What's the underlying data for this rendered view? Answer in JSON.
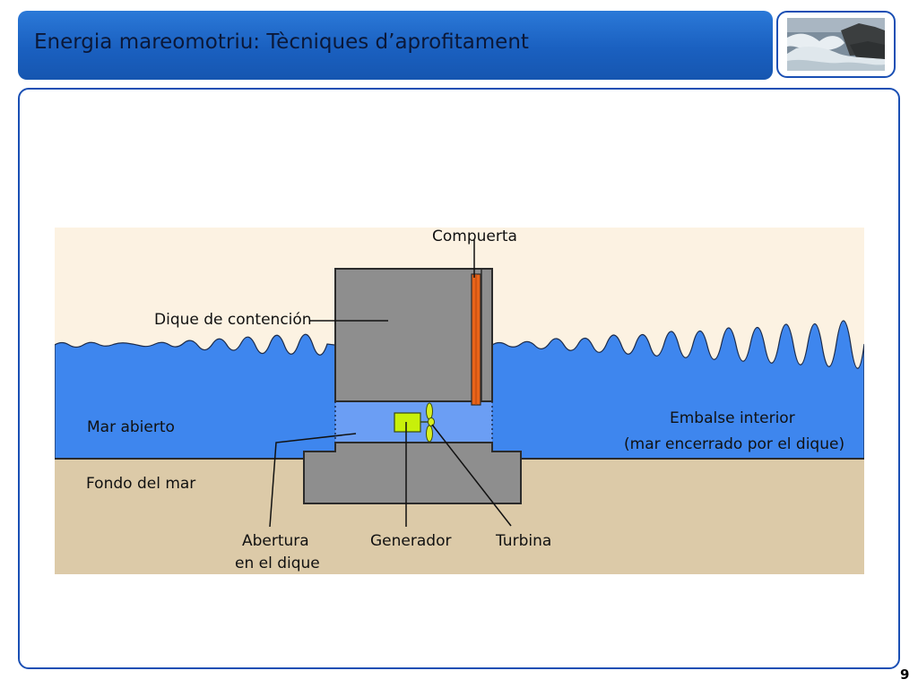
{
  "slide": {
    "title": "Energia mareomotriu: Tècniques d’aprofitament",
    "page_number": "9"
  },
  "diagram": {
    "labels": {
      "compuerta": "Compuerta",
      "dique": "Dique de contención",
      "mar_abierto": "Mar abierto",
      "fondo": "Fondo del mar",
      "embalse_line1": "Embalse interior",
      "embalse_line2": "(mar encerrado por el dique)",
      "abertura_line1": "Abertura",
      "abertura_line2": "en el dique",
      "generador": "Generador",
      "turbina": "Turbina"
    },
    "colors": {
      "sky": "#fcf2e2",
      "sea": "#3e86ee",
      "channel": "#6b9ef4",
      "seabed": "#dccaa8",
      "dam": "#8e8e8e",
      "gate": "#e8641a",
      "generator": "#c8f00a",
      "turbine": "#d8f020"
    }
  }
}
